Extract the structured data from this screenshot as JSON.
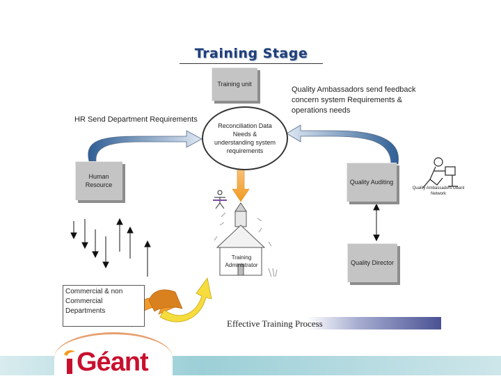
{
  "title": "Training Stage",
  "nodes": {
    "training_unit": "Training unit",
    "human_resource": "Human Resource",
    "quality_auditing": "Quality Auditing",
    "quality_director": "Quality Director",
    "reconciliation": "Reconciliation Data Needs & understanding system requirements",
    "training_administrator": "Training Administrator",
    "departments": "Commercial & non Commercial Departments"
  },
  "notes": {
    "hr_send": "HR Send Department Requirements",
    "qa_feedback": "Quality Ambassadors send feedback concern system Requirements & operations needs",
    "qa_caption": "Quality Ambassadors Geant Network"
  },
  "process_label": "Effective Training Process",
  "logo_text": "Géant",
  "colors": {
    "title": "#1f3f7a",
    "box": "#c4c4c4",
    "box_shadow": "#8d8d8d",
    "arrow_blue": "#2f5f95",
    "arrow_orange": "#f2a22c",
    "logo_red": "#c8102e",
    "footer_teal": "#9ccfd7"
  }
}
